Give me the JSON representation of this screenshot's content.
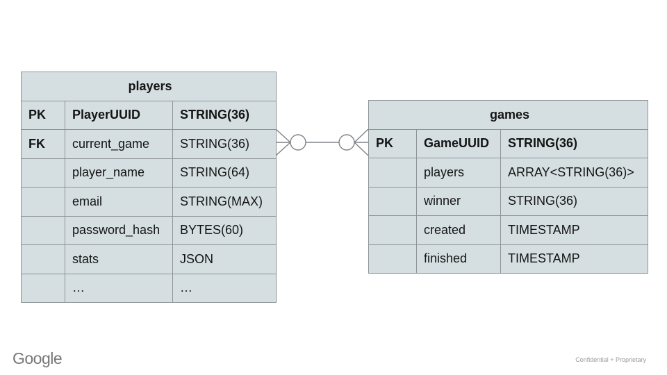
{
  "slide": {
    "footer_logo": "Google",
    "footer_note": "Confidential + Proprietary"
  },
  "colors": {
    "cell_fill": "#d5dfe2",
    "border": "#8d9295",
    "text": "#141414",
    "connector": "#7f8488",
    "logo_gray": "#767676",
    "note_gray": "#9a9a9a"
  },
  "relationship": {
    "type": "many-to-many",
    "left_end": "zero-or-many",
    "right_end": "zero-or-many",
    "from": "players.current_game",
    "to": "games.GameUUID"
  },
  "tables": {
    "players": {
      "title": "players",
      "rows": [
        {
          "key": "PK",
          "name": "PlayerUUID",
          "type": "STRING(36)",
          "bold_all": true
        },
        {
          "key": "FK",
          "name": "current_game",
          "type": "STRING(36)",
          "bold_key": true
        },
        {
          "key": "",
          "name": "player_name",
          "type": "STRING(64)"
        },
        {
          "key": "",
          "name": "email",
          "type": "STRING(MAX)"
        },
        {
          "key": "",
          "name": "password_hash",
          "type": "BYTES(60)"
        },
        {
          "key": "",
          "name": "stats",
          "type": "JSON"
        },
        {
          "key": "",
          "name": "…",
          "type": "…"
        }
      ]
    },
    "games": {
      "title": "games",
      "rows": [
        {
          "key": "PK",
          "name": "GameUUID",
          "type": "STRING(36)",
          "bold_all": true
        },
        {
          "key": "",
          "name": "players",
          "type": "ARRAY<STRING(36)>"
        },
        {
          "key": "",
          "name": "winner",
          "type": "STRING(36)"
        },
        {
          "key": "",
          "name": "created",
          "type": "TIMESTAMP"
        },
        {
          "key": "",
          "name": "finished",
          "type": "TIMESTAMP"
        }
      ]
    }
  }
}
